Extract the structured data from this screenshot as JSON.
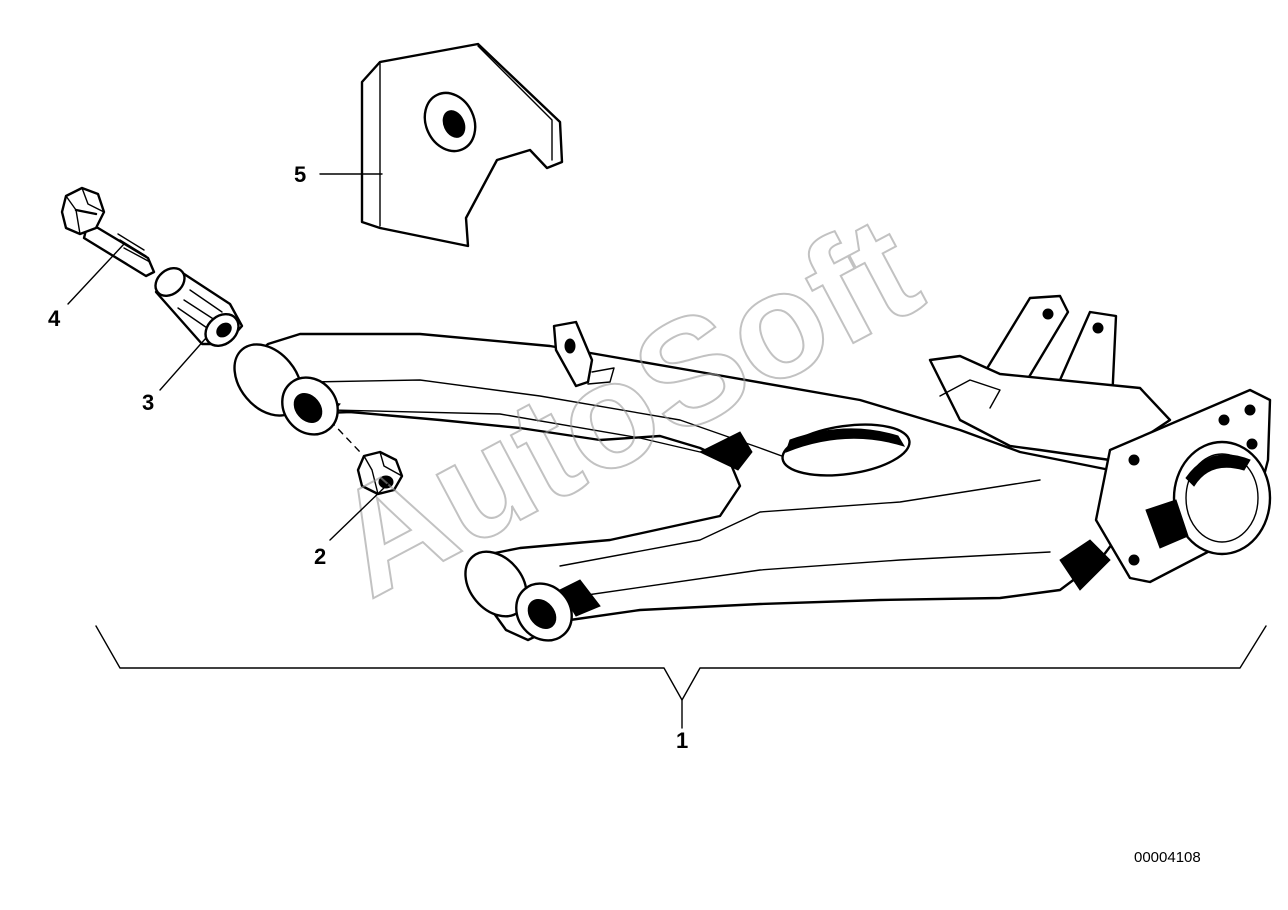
{
  "callouts": {
    "part1": "1",
    "part2": "2",
    "part3": "3",
    "part4": "4",
    "part5": "5"
  },
  "watermark": "AutoSoft",
  "document_number": "00004108"
}
